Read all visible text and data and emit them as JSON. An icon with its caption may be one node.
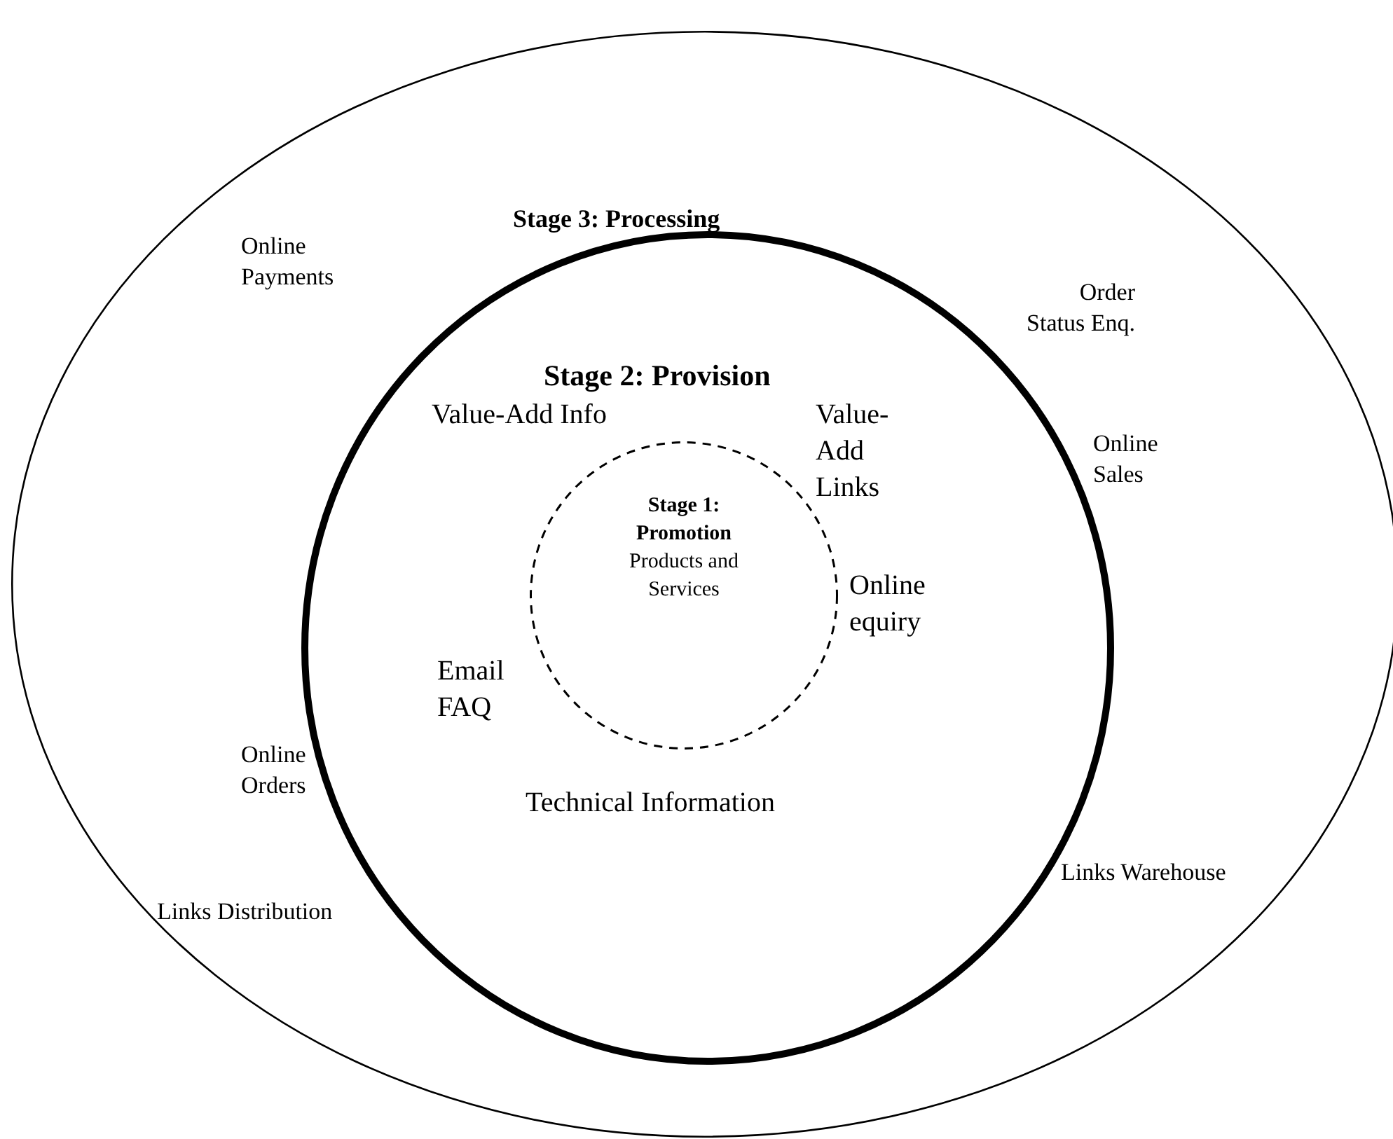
{
  "diagram": {
    "nodes": [
      {
        "text": [
          "Stage 3: Processing",
          "Online Payments",
          "Order Status Enq.",
          "Online Sales",
          "Online Orders",
          "Links Distribution",
          "Links Warehouse"
        ]
      },
      {
        "text": [
          "Stage 2: Provision",
          "Value-Add Info",
          "Value-Add Links",
          "Online equiry",
          "Email FAQ",
          "Technical Information"
        ],
        "in": 0
      },
      {
        "text": [
          "Stage 1: Promotion",
          "Products and Services"
        ],
        "in": 1
      }
    ]
  }
}
